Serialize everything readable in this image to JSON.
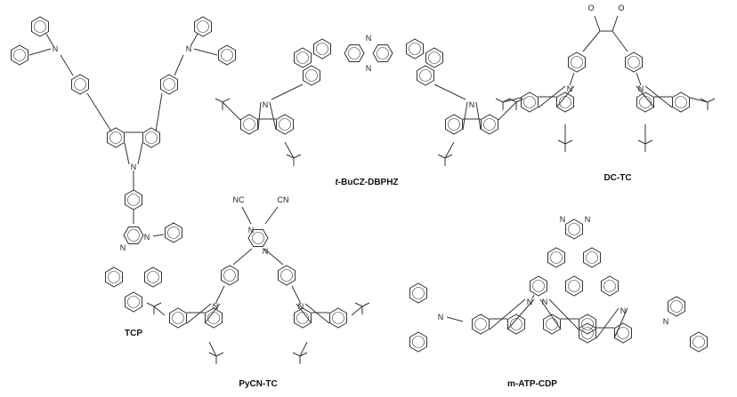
{
  "molecules": [
    {
      "name": "TCP",
      "italic_prefix": ""
    },
    {
      "name": "-BuCZ-DBPHZ",
      "italic_prefix": "t"
    },
    {
      "name": "DC-TC",
      "italic_prefix": ""
    },
    {
      "name": "PyCN-TC",
      "italic_prefix": ""
    },
    {
      "name": "m-ATP-CDP",
      "italic_prefix": ""
    }
  ],
  "atoms": {
    "nitrogen": "N",
    "oxygen": "O",
    "cyano_left": "NC",
    "cyano_right": "CN"
  },
  "colors": {
    "bond": "#333333",
    "text": "#111111"
  }
}
